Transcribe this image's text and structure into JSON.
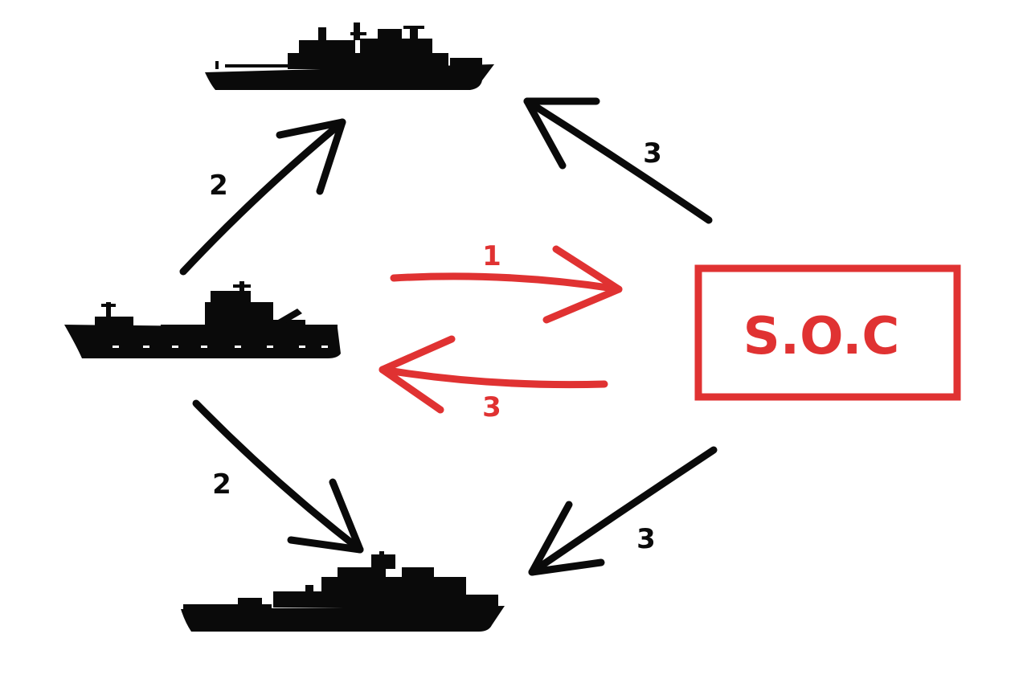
{
  "colors": {
    "background": "#ffffff",
    "ship": "#0a0a0a",
    "black_arrow": "#0a0a0a",
    "red_arrow": "#e03232",
    "soc_red": "#e03232"
  },
  "soc": {
    "label": "S.O.C"
  },
  "ships": [
    {
      "name": "ship-top-icon"
    },
    {
      "name": "ship-left-icon"
    },
    {
      "name": "ship-bottom-icon"
    }
  ],
  "step_labels": {
    "left_to_top": "2",
    "left_to_bottom": "2",
    "left_to_soc": "1",
    "soc_to_left": "3",
    "soc_to_top": "3",
    "soc_to_bottom": "3"
  }
}
